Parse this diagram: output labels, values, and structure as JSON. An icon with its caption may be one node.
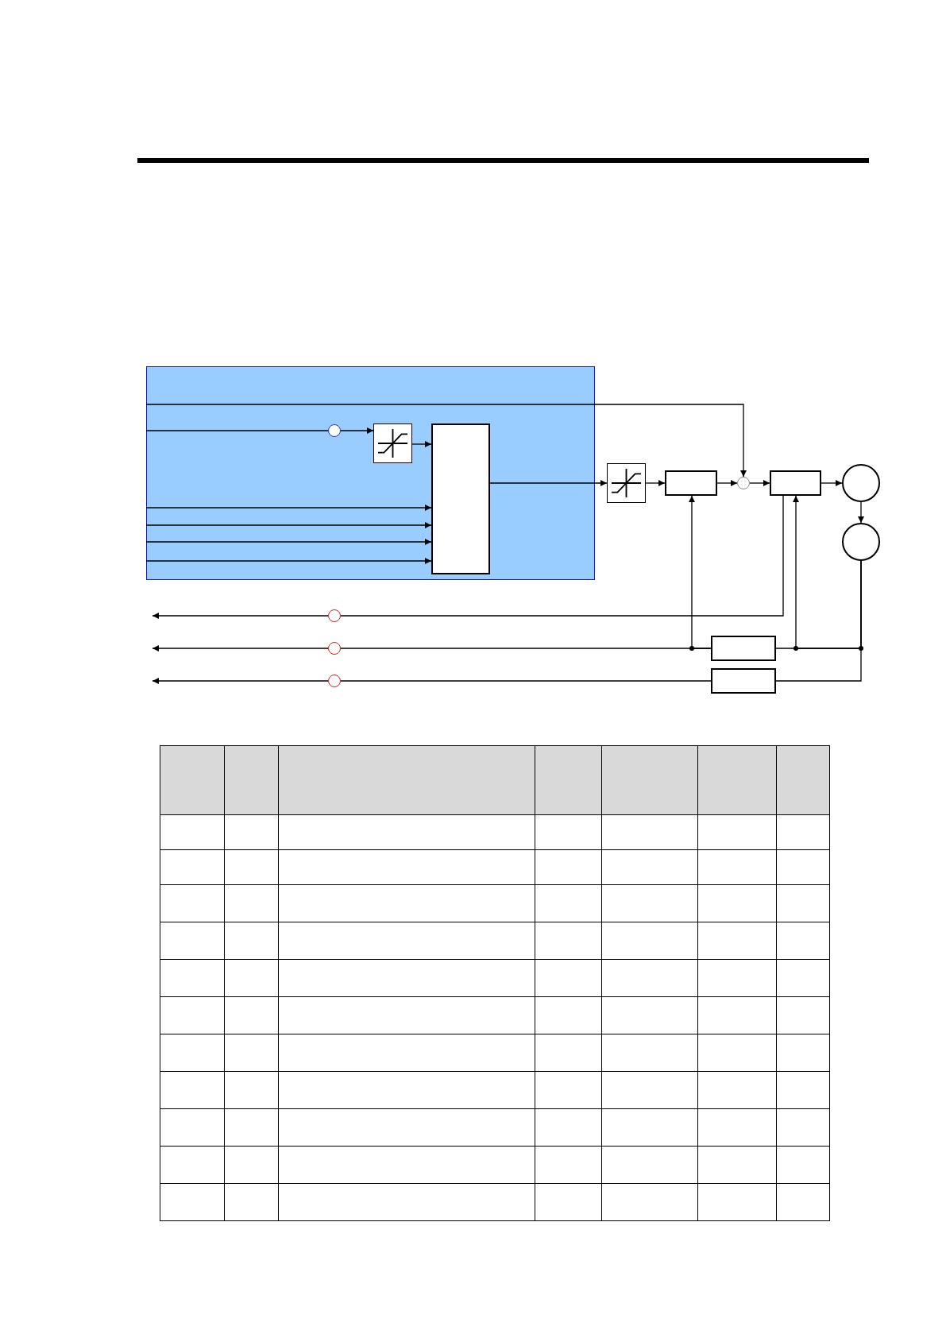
{
  "diagram": {
    "nodes": [
      {
        "text": [],
        "shape": "box"
      },
      {
        "text": [],
        "shape": "circle",
        "in": 0
      },
      {
        "text": [],
        "shape": "box",
        "in": 0
      },
      {
        "text": [],
        "shape": "box",
        "in": 0
      },
      {
        "text": [],
        "shape": "box"
      },
      {
        "text": [],
        "shape": "box"
      },
      {
        "text": [],
        "shape": "circle"
      },
      {
        "text": [],
        "shape": "box"
      },
      {
        "text": [],
        "shape": "circle"
      },
      {
        "text": [],
        "shape": "circle"
      },
      {
        "text": [],
        "shape": "circle"
      },
      {
        "text": [],
        "shape": "circle"
      },
      {
        "text": [],
        "shape": "circle"
      },
      {
        "text": [],
        "shape": "box"
      },
      {
        "text": [],
        "shape": "box"
      }
    ],
    "edges": [
      {
        "from": 0,
        "to": 6,
        "arrow": "to"
      },
      {
        "from": 0,
        "to": 1,
        "arrow": "none"
      },
      {
        "from": 1,
        "to": 2,
        "arrow": "to"
      },
      {
        "from": 2,
        "to": 3,
        "arrow": "to"
      },
      {
        "from": 0,
        "to": 3,
        "arrow": "to"
      },
      {
        "from": 0,
        "to": 3,
        "arrow": "to"
      },
      {
        "from": 0,
        "to": 3,
        "arrow": "to"
      },
      {
        "from": 0,
        "to": 3,
        "arrow": "to"
      },
      {
        "from": 3,
        "to": 4,
        "arrow": "to"
      },
      {
        "from": 4,
        "to": 5,
        "arrow": "to"
      },
      {
        "from": 5,
        "to": 6,
        "arrow": "to"
      },
      {
        "from": 6,
        "to": 7,
        "arrow": "to"
      },
      {
        "from": 7,
        "to": 8,
        "arrow": "to"
      },
      {
        "from": 8,
        "to": 9,
        "arrow": "to"
      },
      {
        "from": 7,
        "to": 10,
        "arrow": "none"
      },
      {
        "from": 10,
        "to": null,
        "arrow": "to"
      },
      {
        "from": 9,
        "to": 13,
        "arrow": "none"
      },
      {
        "from": 9,
        "to": 7,
        "arrow": "to"
      },
      {
        "from": 13,
        "to": 5,
        "arrow": "to"
      },
      {
        "from": 13,
        "to": 11,
        "arrow": "none"
      },
      {
        "from": 11,
        "to": null,
        "arrow": "to"
      },
      {
        "from": 9,
        "to": 14,
        "arrow": "none"
      },
      {
        "from": 14,
        "to": 12,
        "arrow": "none"
      },
      {
        "from": 12,
        "to": null,
        "arrow": "to"
      }
    ]
  }
}
